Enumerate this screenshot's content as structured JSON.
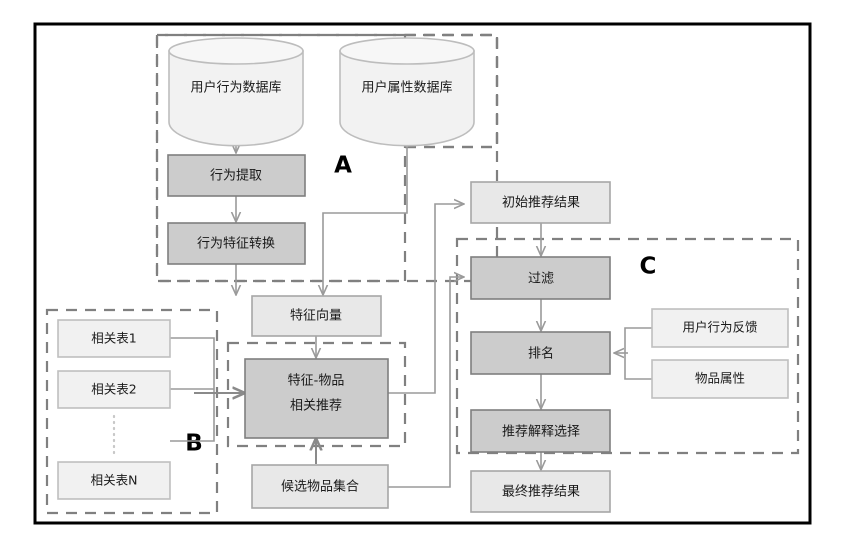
{
  "figure": {
    "type": "flowchart",
    "title": "",
    "language": "zh-CN"
  },
  "groups": [
    {
      "id": "A",
      "label": "A"
    },
    {
      "id": "B",
      "label": "B"
    },
    {
      "id": "C",
      "label": "C"
    }
  ],
  "nodes": {
    "user_behavior_db": {
      "label": "用户行为数据库",
      "shape": "cylinder",
      "style": "light"
    },
    "user_attribute_db": {
      "label": "用户属性数据库",
      "shape": "cylinder",
      "style": "light"
    },
    "behavior_extraction": {
      "label": "行为提取",
      "shape": "rect",
      "style": "dark"
    },
    "behavior_feature_transform": {
      "label": "行为特征转换",
      "shape": "rect",
      "style": "dark"
    },
    "feature_vector": {
      "label": "特征向量",
      "shape": "rect",
      "style": "light"
    },
    "related_table_1": {
      "label": "相关表1",
      "shape": "rect",
      "style": "pale"
    },
    "related_table_2": {
      "label": "相关表2",
      "shape": "rect",
      "style": "pale"
    },
    "related_table_n": {
      "label": "相关表N",
      "shape": "rect",
      "style": "pale"
    },
    "feature_item_recommend": {
      "label_line1": "特征-物品",
      "label_line2": "相关推荐",
      "shape": "rect",
      "style": "dark"
    },
    "candidate_item_set": {
      "label": "候选物品集合",
      "shape": "rect",
      "style": "light"
    },
    "initial_recommend_result": {
      "label": "初始推荐结果",
      "shape": "rect",
      "style": "light"
    },
    "filter": {
      "label": "过滤",
      "shape": "rect",
      "style": "dark"
    },
    "ranking": {
      "label": "排名",
      "shape": "rect",
      "style": "dark"
    },
    "recommend_explanation_select": {
      "label": "推荐解释选择",
      "shape": "rect",
      "style": "dark"
    },
    "final_recommend_result": {
      "label": "最终推荐结果",
      "shape": "rect",
      "style": "light"
    },
    "user_behavior_feedback": {
      "label": "用户行为反馈",
      "shape": "rect",
      "style": "pale"
    },
    "item_attribute": {
      "label": "物品属性",
      "shape": "rect",
      "style": "pale"
    }
  },
  "edges": [
    {
      "from": "user_behavior_db",
      "to": "behavior_extraction"
    },
    {
      "from": "behavior_extraction",
      "to": "behavior_feature_transform"
    },
    {
      "from": "behavior_feature_transform",
      "to": "feature_vector"
    },
    {
      "from": "user_attribute_db",
      "to": "feature_vector"
    },
    {
      "from": "feature_vector",
      "to": "feature_item_recommend"
    },
    {
      "from": "related_table_1",
      "to": "feature_item_recommend"
    },
    {
      "from": "related_table_2",
      "to": "feature_item_recommend"
    },
    {
      "from": "related_table_n",
      "to": "feature_item_recommend"
    },
    {
      "from": "candidate_item_set",
      "to": "feature_item_recommend"
    },
    {
      "from": "feature_item_recommend",
      "to": "initial_recommend_result"
    },
    {
      "from": "initial_recommend_result",
      "to": "filter"
    },
    {
      "from": "candidate_item_set",
      "to": "filter"
    },
    {
      "from": "filter",
      "to": "ranking"
    },
    {
      "from": "user_behavior_feedback",
      "to": "ranking"
    },
    {
      "from": "item_attribute",
      "to": "ranking"
    },
    {
      "from": "ranking",
      "to": "recommend_explanation_select"
    },
    {
      "from": "recommend_explanation_select",
      "to": "final_recommend_result"
    }
  ],
  "colors": {
    "frame": "#000000",
    "dashed_group": "#808080",
    "node_dark_fill": "#cccccc",
    "node_light_fill": "#e8e8e8",
    "node_pale_fill": "#f1f1f1",
    "connector": "#9a9a9a"
  }
}
